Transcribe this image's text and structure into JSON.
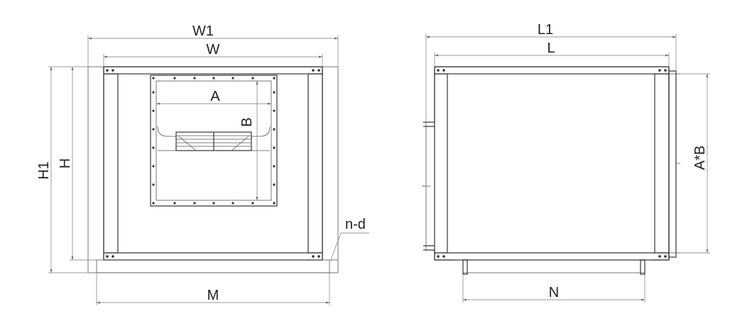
{
  "front_view": {
    "dim_W1": "W1",
    "dim_W": "W",
    "dim_A": "A",
    "dim_B": "B",
    "dim_H1": "H1",
    "dim_H": "H",
    "dim_M": "M",
    "dim_nd": "n-d"
  },
  "side_view": {
    "dim_L1": "L1",
    "dim_L": "L",
    "dim_AB": "A*B",
    "dim_N": "N"
  },
  "colors": {
    "line": "#333333",
    "dimension": "#777777",
    "background": "#ffffff"
  }
}
